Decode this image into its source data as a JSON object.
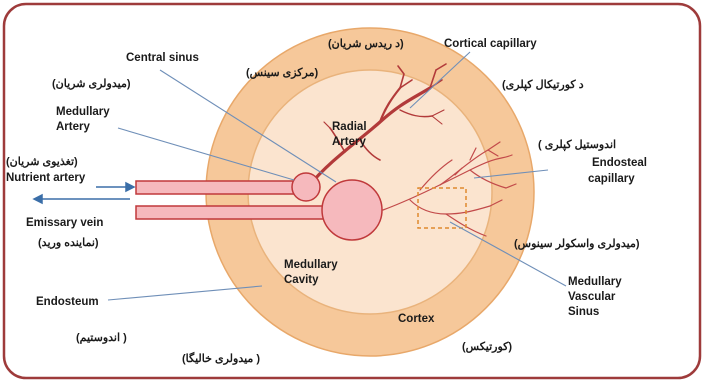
{
  "diagram": {
    "colors": {
      "frame_border": "#9e3b3b",
      "cortex_fill": "#f6c89a",
      "cavity_fill": "#fbe4cf",
      "vessel_fill": "#f6b9bd",
      "vessel_stroke": "#c0393b",
      "artery_tree": "#b23a3a",
      "leader_line": "#6f8fb8",
      "arrow": "#3b6ea8",
      "sinus_box": "#e08a2e"
    },
    "labels": {
      "central_sinus": "Central sinus",
      "central_sinus_fa": "(مرکزی سینس)",
      "cortical_capillary": "Cortical capillary",
      "cortical_capillary_fa": "(د کورتیکال کپلری",
      "radial_artery_fa": "(د ریدس شریان)",
      "medullary_artery_fa": "(میدولری شریان)",
      "medullary_artery_1": "Medullary",
      "medullary_artery_2": "Artery",
      "radial_artery_1": "Radial",
      "radial_artery_2": "Artery",
      "endosteal_capillary_fa": "( اندوستیل کپلری",
      "endosteal_capillary_1": "Endosteal",
      "endosteal_capillary_2": "capillary",
      "nutrient_artery_fa": "(تغذیوی شریان)",
      "nutrient_artery": "Nutrient artery",
      "emissary_vein": "Emissary vein",
      "emissary_vein_fa": "(نماینده ورید)",
      "medullary_vascular_sinus_fa": "(میدولری واسکولر سینوس)",
      "medullary_cavity_1": "Medullary",
      "medullary_cavity_2": "Cavity",
      "medullary_vascular_sinus_1": "Medullary",
      "medullary_vascular_sinus_2": "Vascular",
      "medullary_vascular_sinus_3": "Sinus",
      "endosteum": "Endosteum",
      "endosteum_fa": "(اندوستیم )",
      "cortex": "Cortex",
      "cortex_fa": "(کورتیکس)",
      "medullary_cavity_fa": "(میدولری خالیگا )"
    }
  }
}
